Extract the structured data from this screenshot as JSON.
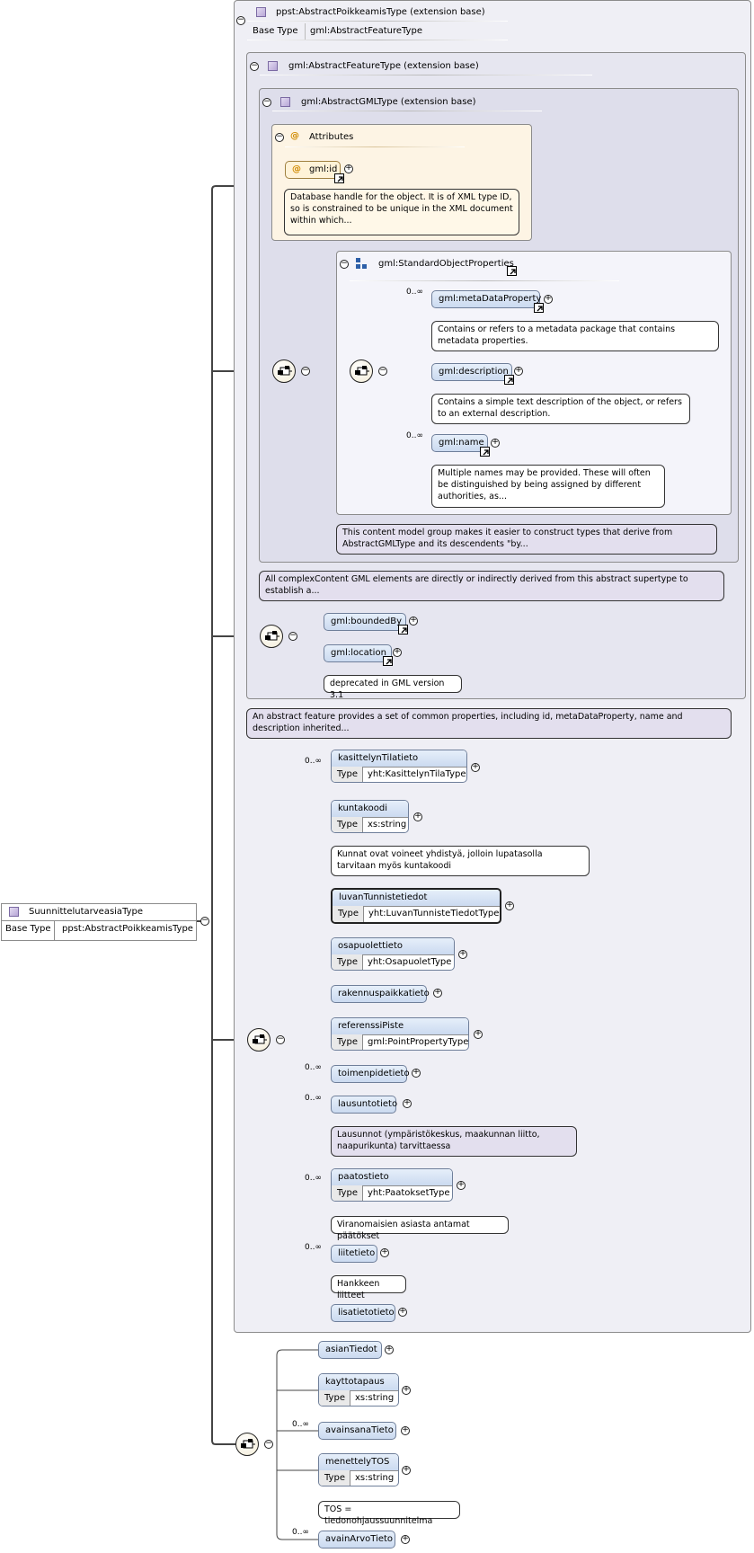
{
  "root": {
    "name": "SuunnittelutarveasiaType",
    "type_label": "Base Type",
    "base_type": "ppst:AbstractPoikkeamisType"
  },
  "ext_poikkeamis": {
    "title": "ppst:AbstractPoikkeamisType (extension base)",
    "type_label": "Base Type",
    "base_type": "gml:AbstractFeatureType"
  },
  "ext_feature": {
    "title": "gml:AbstractFeatureType (extension base)"
  },
  "ext_gml": {
    "title": "gml:AbstractGMLType (extension base)"
  },
  "attributes": {
    "title": "Attributes",
    "id_name": "gml:id",
    "id_doc": "Database handle for the object. It is of XML type ID, so is constrained to be unique in the XML document within which..."
  },
  "std_props": {
    "title": "gml:StandardObjectProperties",
    "items": [
      {
        "name": "gml:metaDataProperty",
        "mult": "0..∞",
        "doc": "Contains or refers to a metadata package that contains metadata properties."
      },
      {
        "name": "gml:description",
        "mult": "",
        "doc": "Contains a simple text description of the object, or refers to an external description."
      },
      {
        "name": "gml:name",
        "mult": "0..∞",
        "doc": "Multiple names may be provided. These will often be distinguished by being assigned by different authorities, as..."
      }
    ],
    "group_doc": "This content model group makes it easier to construct types that derive from AbstractGMLType and its descendents \"by..."
  },
  "gml_doc": "All complexContent GML elements are directly or indirectly derived from this abstract supertype to establish a...",
  "feature_props": {
    "bounded_by": "gml:boundedBy",
    "location": "gml:location",
    "location_doc": "deprecated in GML version 3.1"
  },
  "feature_doc": "An abstract feature provides a set of common properties, including id, metaDataProperty, name and description inherited...",
  "poikkeamis_elements": {
    "type_label": "Type",
    "kasittely": {
      "name": "kasittelynTilatieto",
      "mult": "0..∞",
      "type": "yht:KasittelynTilaType"
    },
    "kuntakoodi": {
      "name": "kuntakoodi",
      "type": "xs:string",
      "doc": "Kunnat ovat voineet yhdistyä, jolloin lupatasolla tarvitaan myös kuntakoodi"
    },
    "luvan": {
      "name": "luvanTunnistetiedot",
      "type": "yht:LuvanTunnisteTiedotType"
    },
    "osapuolet": {
      "name": "osapuolettieto",
      "type": "yht:OsapuoletType"
    },
    "rakennus": {
      "name": "rakennuspaikkatieto"
    },
    "referenssi": {
      "name": "referenssiPiste",
      "type": "gml:PointPropertyType"
    },
    "toimenpide": {
      "name": "toimenpidetieto",
      "mult": "0..∞"
    },
    "lausunto": {
      "name": "lausuntotieto",
      "mult": "0..∞",
      "doc": "Lausunnot (ympäristökeskus, maakunnan liitto, naapurikunta) tarvittaessa"
    },
    "paatos": {
      "name": "paatostieto",
      "mult": "0..∞",
      "type": "yht:PaatoksetType",
      "doc": "Viranomaisien asiasta antamat päätökset"
    },
    "liite": {
      "name": "liitetieto",
      "mult": "0..∞",
      "doc": "Hankkeen liitteet"
    },
    "lisatieto": {
      "name": "lisatietotieto"
    }
  },
  "own_elements": {
    "type_label": "Type",
    "asian": {
      "name": "asianTiedot"
    },
    "kaytto": {
      "name": "kayttotapaus",
      "type": "xs:string"
    },
    "avainsana": {
      "name": "avainsanaTieto",
      "mult": "0..∞"
    },
    "menettely": {
      "name": "menettelyTOS",
      "type": "xs:string",
      "doc": "TOS = tiedonohjaussuunnitelma"
    },
    "avainarvo": {
      "name": "avainArvoTieto",
      "mult": "0..∞"
    }
  },
  "icons": [
    "class-icon",
    "collapse-icon",
    "expand-icon",
    "sequence-icon",
    "attribute-icon",
    "group-icon",
    "link-arrow-icon"
  ]
}
